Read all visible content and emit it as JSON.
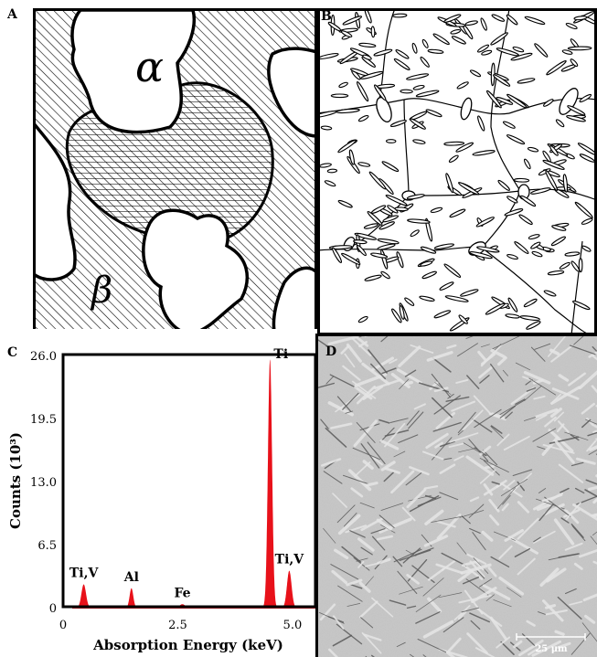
{
  "panels": {
    "a": {
      "label": "A",
      "phase_alpha": "α",
      "phase_beta": "β"
    },
    "b": {
      "label": "B"
    },
    "c": {
      "label": "C"
    },
    "d": {
      "label": "D",
      "scale_bar": "25 μm"
    }
  },
  "chart_data": {
    "type": "line",
    "xlabel": "Absorption Energy (keV)",
    "ylabel": "Counts (10³)",
    "xlim": [
      0,
      5.5
    ],
    "ylim": [
      0,
      26.0
    ],
    "xticks": [
      "0",
      "2.5",
      "5.0"
    ],
    "yticks": [
      "0",
      "6.5",
      "13.0",
      "19.5",
      "26.0"
    ],
    "fill_color": "#e8111a",
    "peaks": [
      {
        "label": "Ti,V",
        "x": 0.45,
        "y": 2.4,
        "width": 0.05
      },
      {
        "label": "Al",
        "x": 1.49,
        "y": 2.0,
        "width": 0.04
      },
      {
        "label": "Fe",
        "x": 2.6,
        "y": 0.35,
        "width": 0.06
      },
      {
        "label": "Ti",
        "x": 4.51,
        "y": 25.6,
        "width": 0.045
      },
      {
        "label": "Ti,V",
        "x": 4.93,
        "y": 3.8,
        "width": 0.05
      }
    ],
    "grid": false
  }
}
